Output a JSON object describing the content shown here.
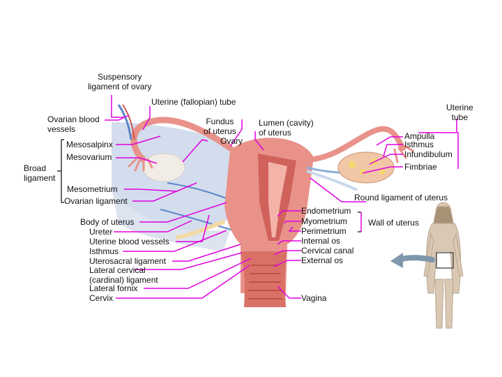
{
  "labels": {
    "suspensory_ligament_of_ovary": "Suspensory\nligament of ovary",
    "uterine_fallopian_tube": "Uterine (fallopian) tube",
    "ovarian_blood_vessels": "Ovarian blood\nvessels",
    "mesosalpinx": "Mesosalpinx",
    "mesovarium": "Mesovarium",
    "broad_ligament": "Broad\nligament",
    "mesometrium": "Mesometrium",
    "ovarian_ligament": "Ovarian ligament",
    "fundus_of_uterus": "Fundus\nof uterus",
    "ovary": "Ovary",
    "lumen_of_uterus": "Lumen (cavity)\nof uterus",
    "uterine_tube": "Uterine\ntube",
    "ampulla": "Ampulla",
    "isthmus_tube": "Isthmus",
    "infundibulum": "Infundibulum",
    "fimbriae": "Fimbriae",
    "round_ligament_of_uterus": "Round ligament of uterus",
    "body_of_uterus": "Body of uterus",
    "ureter": "Ureter",
    "uterine_blood_vessels": "Uterine blood vessels",
    "isthmus_uterus": "Isthmus",
    "uterosacral_ligament": "Uterosacral ligament",
    "lateral_cervical_ligament": "Lateral cervical\n(cardinal) ligament",
    "lateral_fornix": "Lateral fornix",
    "cervix": "Cervix",
    "endometrium": "Endometrium",
    "myometrium": "Myometrium",
    "perimetrium": "Perimetrium",
    "wall_of_uterus": "Wall of uterus",
    "internal_os": "Internal os",
    "cervical_canal": "Cervical canal",
    "external_os": "External os",
    "vagina": "Vagina"
  },
  "colors": {
    "leader": "#e000e0",
    "bracket": "#333333",
    "uterus": "#e8928a",
    "uterus_dark": "#c9564f",
    "peritoneum": "#c8d4e8",
    "vessel_blue": "#5d86c8",
    "ovary": "#f1c7a7",
    "figure_skin": "#d9c8b4",
    "arrow": "#7f97ad"
  }
}
